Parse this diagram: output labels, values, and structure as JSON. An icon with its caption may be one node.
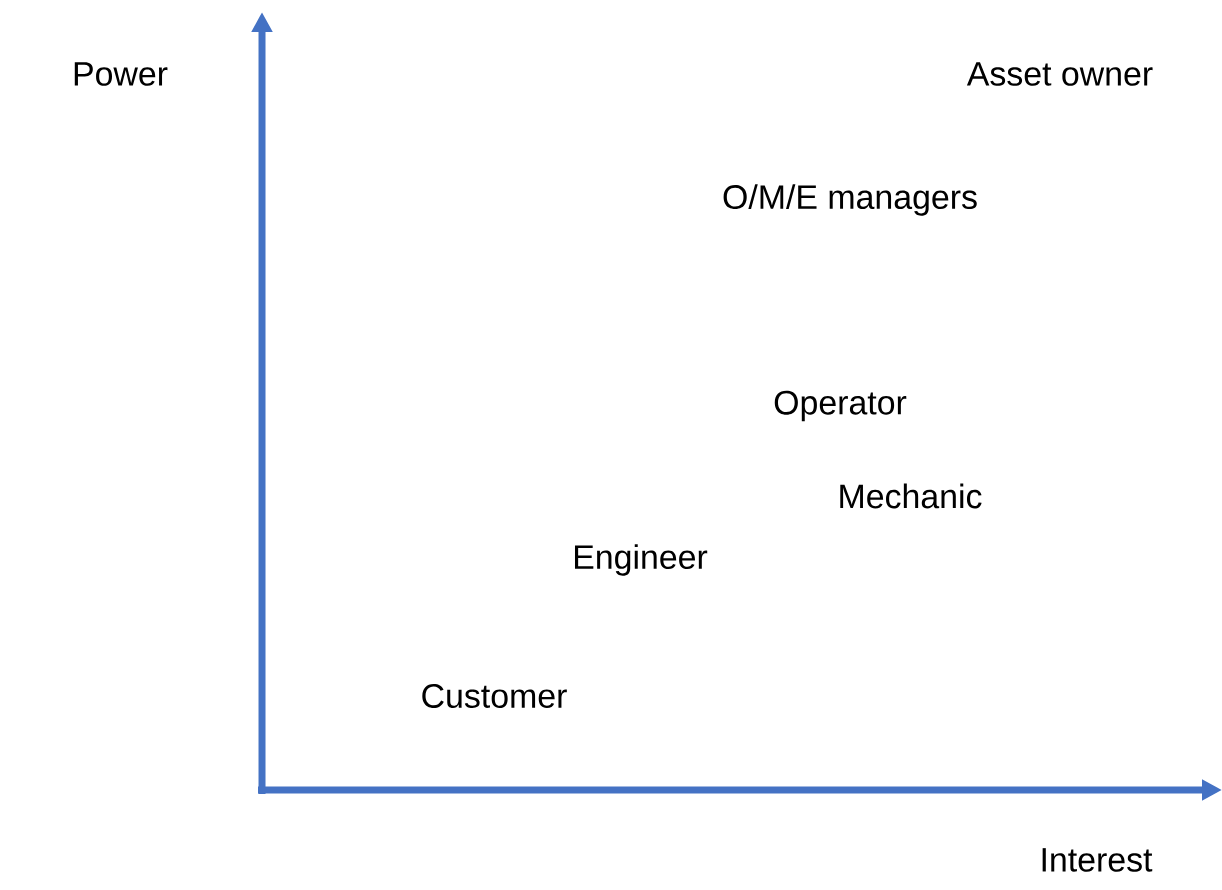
{
  "diagram": {
    "labels": [
      "Power",
      "Asset owner",
      "O/M/E managers",
      "Operator",
      "Mechanic",
      "Engineer",
      "Customer",
      "Interest"
    ]
  }
}
